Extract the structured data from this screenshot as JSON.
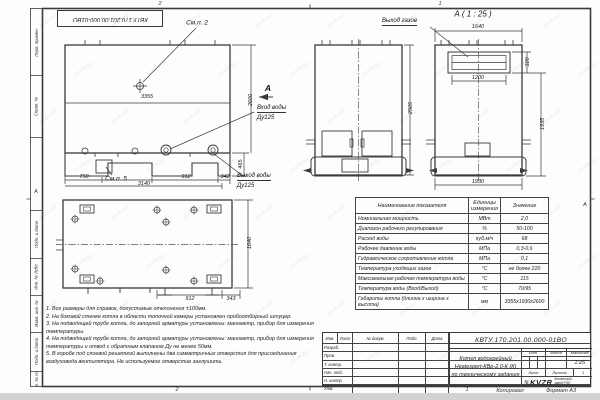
{
  "sheet": {
    "copied_label": "Копировал",
    "format_label": "Формат А3",
    "zones": {
      "top_left": "2",
      "top_right": "1",
      "bottom_left": "2",
      "bottom_right": "1",
      "row_left": "А",
      "row_right": "А"
    }
  },
  "stamp_doc_number": "КВТУ.170.201.00.000-01ВО",
  "sidebar": {
    "cells": [
      "Перв. примен.",
      "Справ. №",
      "Подп. и дата",
      "Инв. № дубл.",
      "Взам. инв. №",
      "Подп. и дата",
      "Инв. № подл."
    ]
  },
  "drawing": {
    "callouts": {
      "see_item_2": "См.п. 2",
      "see_item_5": "См.п. 5",
      "section_letter": "А",
      "detail_view_title": "А ( 1 : 25 )",
      "gas_outlet": "Выход газов",
      "water_inlet_line1": "Вход воды",
      "water_inlet_line2": "Ду125",
      "water_outlet_line1": "Выход воды",
      "water_outlet_line2": "Ду125"
    },
    "dims": {
      "v1_width": "3355",
      "v1_height": "2600",
      "v1_base_height": "465",
      "v1_b750": "750",
      "v1_b3140": "3140",
      "v1_b912": "912",
      "v1_b342": "342",
      "v2_height": "2505",
      "va_top": "1640",
      "va_opening_h": "320",
      "va_opening_w": "1200",
      "va_right": "1935",
      "va_bottom": "1930",
      "v3_depth": "1640",
      "v3_b912": "912",
      "v3_b343": "343"
    }
  },
  "spec_table": {
    "headers": [
      "Наименование показателя",
      "Единицы измерения",
      "Значение"
    ],
    "rows": [
      [
        "Номинальная мощность",
        "МВт",
        "2,0"
      ],
      [
        "Диапазон рабочего регулирования",
        "%",
        "50-100"
      ],
      [
        "Расход воды",
        "куб.м/ч",
        "68"
      ],
      [
        "Рабочее давление воды",
        "МПа",
        "0,3-0,6"
      ],
      [
        "Гидравлическое сопротивление котла",
        "МПа",
        "0,1"
      ],
      [
        "Температура уходящих газов",
        "°С",
        "не более 220"
      ],
      [
        "Максимальная рабочая температура воды",
        "°С",
        "115"
      ],
      [
        "Температура воды (Вход/Выход)",
        "°С",
        "70/95"
      ],
      [
        "Габариты котла (длинна х ширина х высота)",
        "мм",
        "3355х1930х2600"
      ]
    ]
  },
  "notes": [
    "1. Все размеры для справок, допустимые отклонения ±100мм.",
    "2. На боковой стенке котла в области топочной камеры установлен пробоотборный штуцер.",
    "3. На подводящей трубе котла, до запорной арматуры установлены: манометр, прибор для измерения температуры.",
    "4. На подводящей трубе котла, до запорной арматуры установлены: манометр, прибор для измерения температуры и отвод с обратным клапаном Ду не менее 50мм.",
    "5. В коробе под слоевой решеткой выполнены два симметричных отверстия для присоединения воздуховода вентилятора. Не используемое отверстие заглушить."
  ],
  "title_block": {
    "doc_number": "КВТУ.170.201.00.000-01ВО",
    "product_line1": "Котел водогрейный",
    "product_line2": "Heatexpert-КВр-2,0-К (К)",
    "product_line3": "по техническому заданию",
    "col_izm": "Изм.",
    "col_list": "Лист",
    "col_doc": "№ докум.",
    "col_podp": "Подп.",
    "col_data": "Дата",
    "rows": [
      "Разраб.",
      "Пров.",
      "Т. контр.",
      "Нач. отд.",
      "Н. контр.",
      "Утв."
    ],
    "lit_label": "Лит.",
    "mass_label": "Масса",
    "scale_label": "Масштаб",
    "scale_value": "1:25",
    "sheet_label": "Лист",
    "sheets_label": "Листов",
    "sheets_value": "1",
    "logo_text": "KVZR",
    "logo_caption_1": "Котельный",
    "logo_caption_2": "завод РЭП"
  },
  "watermark": "KVZR.RU"
}
